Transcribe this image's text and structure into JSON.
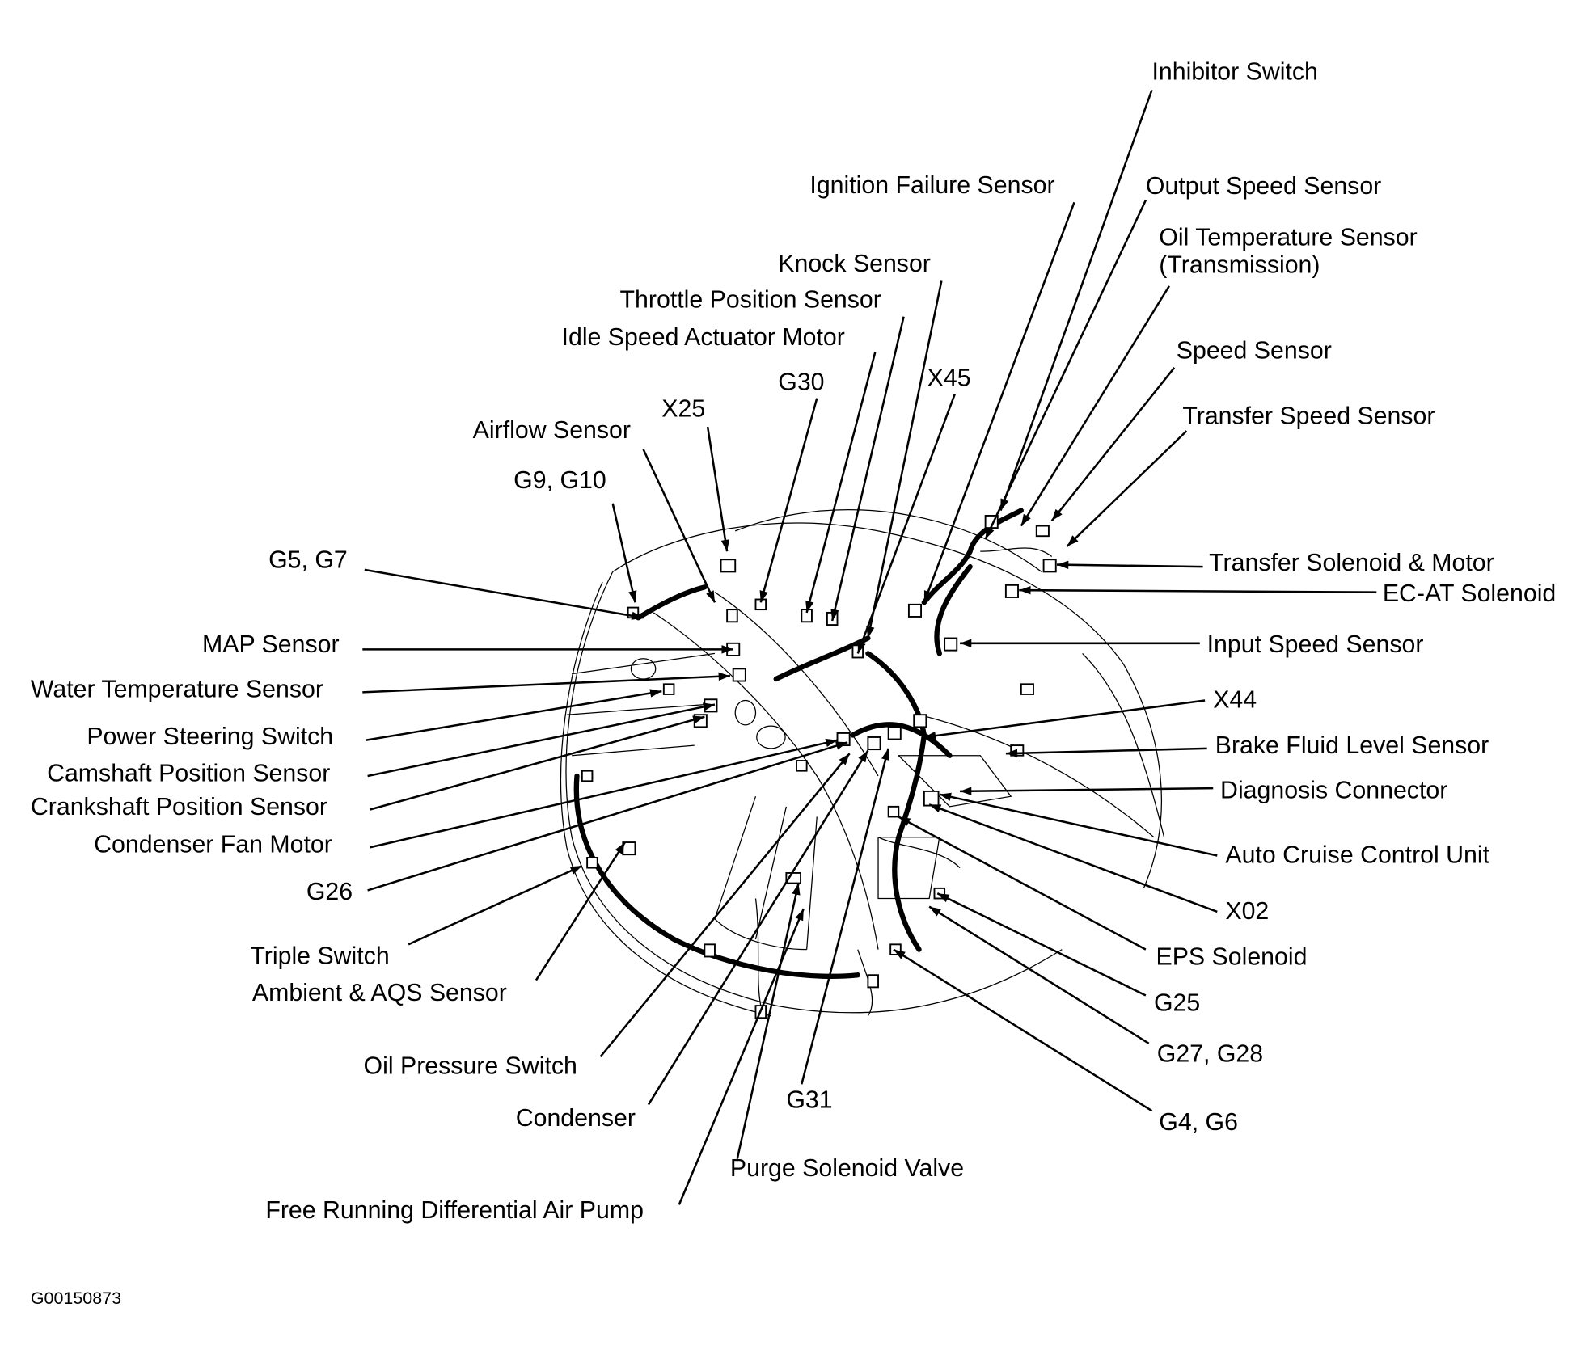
{
  "labels": [
    "Inhibitor Switch",
    "Ignition Failure Sensor",
    "Output Speed Sensor",
    "Oil Temperature Sensor",
    "(Transmission)",
    "Knock Sensor",
    "Throttle Position Sensor",
    "Idle Speed Actuator Motor",
    "X45",
    "G30",
    "X25",
    "Airflow Sensor",
    "G9, G10",
    "G5, G7",
    "Speed Sensor",
    "Transfer Speed Sensor",
    "Transfer Solenoid & Motor",
    "EC-AT Solenoid",
    "MAP Sensor",
    "Input Speed Sensor",
    "Water Temperature Sensor",
    "X44",
    "Power Steering Switch",
    "Brake Fluid Level Sensor",
    "Camshaft Position Sensor",
    "Diagnosis Connector",
    "Crankshaft Position Sensor",
    "Condenser Fan Motor",
    "Auto Cruise Control Unit",
    "G26",
    "X02",
    "Triple Switch",
    "EPS Solenoid",
    "Ambient & AQS Sensor",
    "G25",
    "G27, G28",
    "Oil Pressure Switch",
    "G4, G6",
    "Condenser",
    "G31",
    "Purge Solenoid Valve",
    "Free Running Differential Air Pump"
  ],
  "figure_code": "G00150873"
}
